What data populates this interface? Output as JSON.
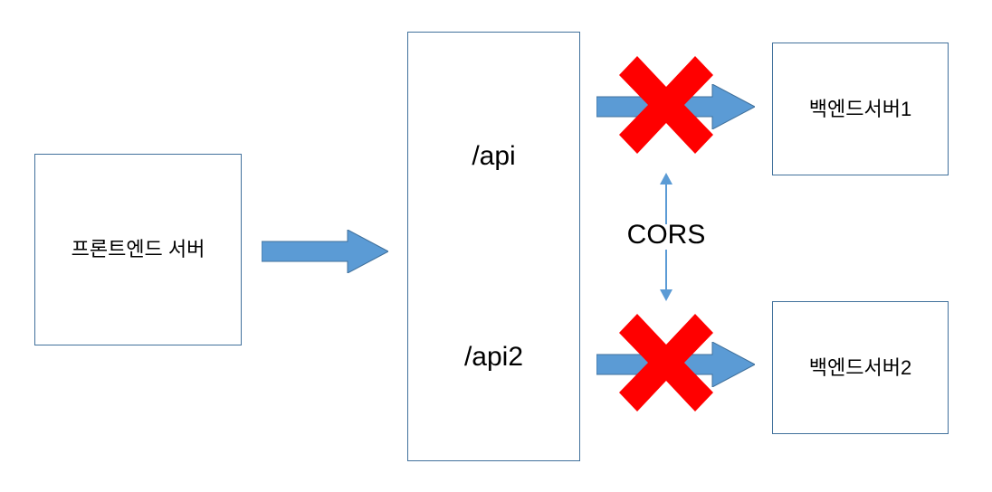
{
  "diagram": {
    "type": "architecture-flow",
    "nodes": {
      "frontend": {
        "label": "프론트엔드 서버"
      },
      "gateway": {
        "routes": [
          {
            "label": "/api"
          },
          {
            "label": "/api2"
          }
        ]
      },
      "backend1": {
        "label": "백엔드서버1"
      },
      "backend2": {
        "label": "백엔드서버2"
      }
    },
    "annotations": {
      "cors": {
        "label": "CORS"
      }
    },
    "edges": [
      {
        "from": "frontend",
        "to": "gateway",
        "style": "block-arrow",
        "blocked": false
      },
      {
        "from": "gateway",
        "to": "backend1",
        "style": "block-arrow",
        "blocked": true
      },
      {
        "from": "gateway",
        "to": "backend2",
        "style": "block-arrow",
        "blocked": true
      },
      {
        "from": "backend1",
        "to": "backend2",
        "style": "double-thin-arrow",
        "label": "CORS"
      }
    ],
    "colors": {
      "box_border": "#41719C",
      "arrow_fill": "#5B9BD5",
      "arrow_stroke": "#41719C",
      "blocker": "#FF0000",
      "thin_arrow": "#5B9BD5",
      "background": "#FFFFFF",
      "text": "#000000"
    }
  }
}
